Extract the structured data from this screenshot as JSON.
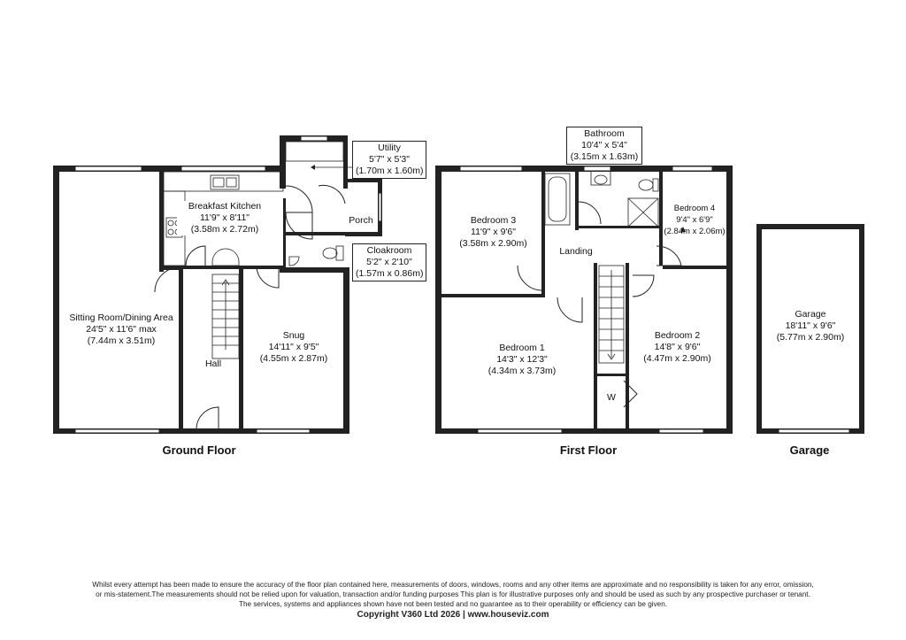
{
  "floors": {
    "ground": "Ground  Floor",
    "first": "First  Floor",
    "garage": "Garage"
  },
  "rooms": {
    "sitting": {
      "name": "Sitting Room/Dining Area",
      "imperial": "24'5\" x 11'6\" max",
      "metric": "(7.44m x 3.51m)"
    },
    "kitchen": {
      "name": "Breakfast Kitchen",
      "imperial": "11'9\" x 8'11\"",
      "metric": "(3.58m x 2.72m)"
    },
    "utility": {
      "name": "Utility",
      "imperial": "5'7\" x 5'3\"",
      "metric": "(1.70m x 1.60m)"
    },
    "porch": {
      "name": "Porch"
    },
    "cloakroom": {
      "name": "Cloakroom",
      "imperial": "5'2\" x 2'10\"",
      "metric": "(1.57m x 0.86m)"
    },
    "snug": {
      "name": "Snug",
      "imperial": "14'11\" x 9'5\"",
      "metric": "(4.55m x 2.87m)"
    },
    "hall": {
      "name": "Hall"
    },
    "bathroom": {
      "name": "Bathroom",
      "imperial": "10'4\" x 5'4\"",
      "metric": "(3.15m x 1.63m)"
    },
    "bedroom3": {
      "name": "Bedroom 3",
      "imperial": "11'9\" x 9'6\"",
      "metric": "(3.58m x 2.90m)"
    },
    "bedroom4": {
      "name": "Bedroom 4",
      "imperial": "9'4\" x 6'9\"",
      "metric": "(2.84m x 2.06m)"
    },
    "landing": {
      "name": "Landing"
    },
    "bedroom1": {
      "name": "Bedroom 1",
      "imperial": "14'3\" x 12'3\"",
      "metric": "(4.34m x 3.73m)"
    },
    "bedroom2": {
      "name": "Bedroom 2",
      "imperial": "14'8\" x 9'6\"",
      "metric": "(4.47m x 2.90m)"
    },
    "wardrobe": {
      "name": "W"
    },
    "garage": {
      "name": "Garage",
      "imperial": "18'11\" x 9'6\"",
      "metric": "(5.77m x 2.90m)"
    }
  },
  "disclaimer": {
    "line1": "Whilst every attempt has been made to ensure the accuracy of the floor plan contained here, measurements of doors, windows, rooms and any other items are approximate and no responsibility is taken for any error, omission,",
    "line2": "or mis-statement.The measurements should not be relied upon for valuation, transaction and/or funding purposes This plan is for illustrative purposes only and should be used as such by any prospective purchaser or tenant.",
    "line3": "The services, systems and appliances shown have not been tested and no guarantee as to their operability or efficiency can be given.",
    "copyright": "Copyright V360 Ltd 2026 | www.houseviz.com"
  }
}
